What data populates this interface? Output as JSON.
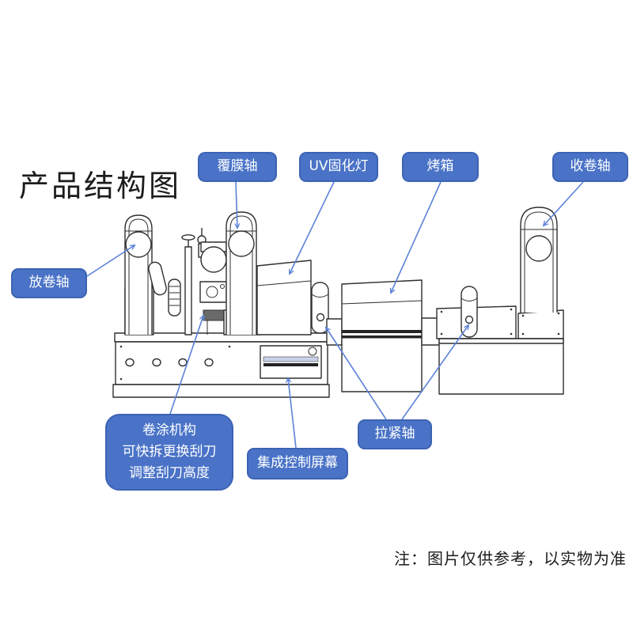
{
  "title": "产品结构图",
  "note": "注：图片仅供参考，以实物为准",
  "colors": {
    "label_bg": "#4a73c7",
    "label_border": "#3c63b3",
    "label_text": "#ffffff",
    "arrow_blue": "#5b82d8",
    "line_art": "#2f2f2f",
    "accent_strip": "#c3cce7"
  },
  "labels": {
    "film_roller": "覆膜轴",
    "uv_lamp": "UV固化灯",
    "oven": "烤箱",
    "rewind_roller": "收卷轴",
    "unwind_roller": "放卷轴",
    "coating_unit": [
      "卷涂机构",
      "可快拆更换刮刀",
      "调整刮刀高度"
    ],
    "control_screen": "集成控制屏幕",
    "tension_roller": "拉紧轴"
  }
}
